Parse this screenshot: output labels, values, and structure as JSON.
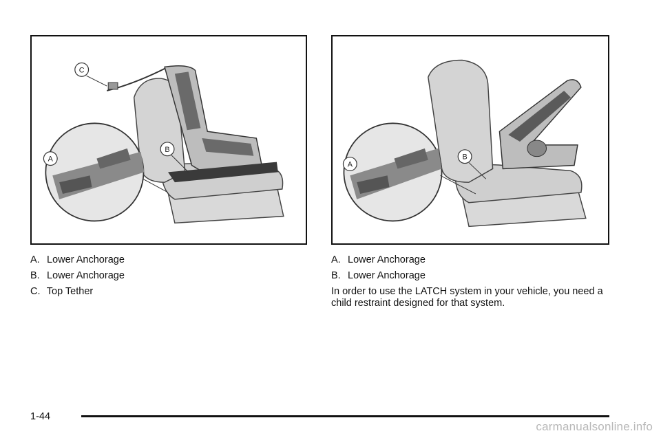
{
  "figures": {
    "left": {
      "callouts": {
        "a": "A",
        "b": "B",
        "c": "C"
      },
      "captions": [
        {
          "letter": "A.",
          "text": "Lower Anchorage"
        },
        {
          "letter": "B.",
          "text": "Lower Anchorage"
        },
        {
          "letter": "C.",
          "text": "Top Tether"
        }
      ]
    },
    "right": {
      "callouts": {
        "a": "A",
        "b": "B"
      },
      "captions": [
        {
          "letter": "A.",
          "text": "Lower Anchorage"
        },
        {
          "letter": "B.",
          "text": "Lower Anchorage"
        }
      ],
      "paragraph": "In order to use the LATCH system in your vehicle, you need a child restraint designed for that system."
    }
  },
  "footer": {
    "page_number": "1-44",
    "watermark": "carmanualsonline.info"
  }
}
